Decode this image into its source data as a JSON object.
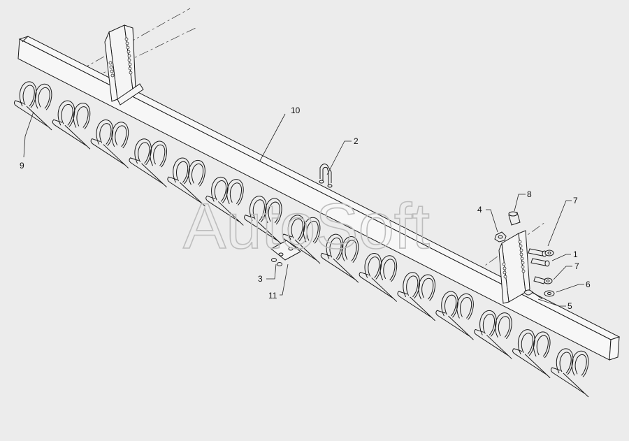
{
  "watermark": "AutoSoft",
  "callouts": [
    {
      "id": "c9",
      "label": "9"
    },
    {
      "id": "c10",
      "label": "10"
    },
    {
      "id": "c2",
      "label": "2"
    },
    {
      "id": "c3",
      "label": "3"
    },
    {
      "id": "c11",
      "label": "11"
    },
    {
      "id": "c4",
      "label": "4"
    },
    {
      "id": "c8",
      "label": "8"
    },
    {
      "id": "c7a",
      "label": "7"
    },
    {
      "id": "c1",
      "label": "1"
    },
    {
      "id": "c7b",
      "label": "7"
    },
    {
      "id": "c6",
      "label": "6"
    },
    {
      "id": "c5",
      "label": "5"
    }
  ]
}
